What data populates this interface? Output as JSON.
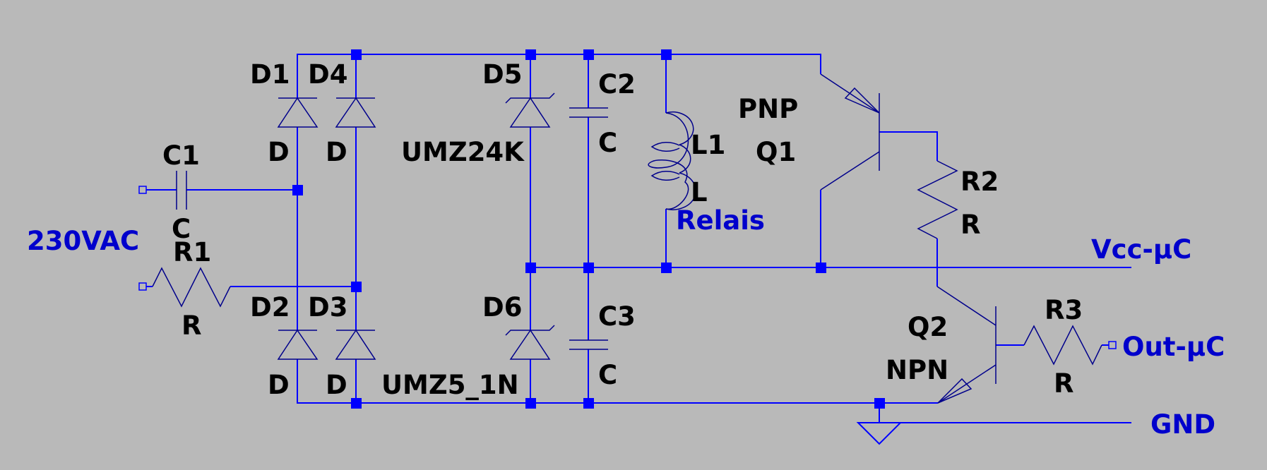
{
  "colors": {
    "background": "#b9b9b9",
    "wire": "#0000ff",
    "symbol": "#00008b",
    "component_label": "#000000",
    "net_label": "#0000cc"
  },
  "net_labels": {
    "input": "230VAC",
    "relay": "Relais",
    "vcc": "Vcc-µC",
    "out": "Out-µC",
    "gnd": "GND"
  },
  "components": {
    "D1": {
      "ref": "D1",
      "value": "D"
    },
    "D2": {
      "ref": "D2",
      "value": "D"
    },
    "D3": {
      "ref": "D3",
      "value": "D"
    },
    "D4": {
      "ref": "D4",
      "value": "D"
    },
    "D5": {
      "ref": "D5",
      "value": "UMZ24K"
    },
    "D6": {
      "ref": "D6",
      "value": "UMZ5_1N"
    },
    "C1": {
      "ref": "C1",
      "value": "C"
    },
    "C2": {
      "ref": "C2",
      "value": "C"
    },
    "C3": {
      "ref": "C3",
      "value": "C"
    },
    "R1": {
      "ref": "R1",
      "value": "R"
    },
    "R2": {
      "ref": "R2",
      "value": "R"
    },
    "R3": {
      "ref": "R3",
      "value": "R"
    },
    "L1": {
      "ref": "L1",
      "value": "L"
    },
    "Q1": {
      "ref": "Q1",
      "value": "PNP"
    },
    "Q2": {
      "ref": "Q2",
      "value": "NPN"
    }
  }
}
